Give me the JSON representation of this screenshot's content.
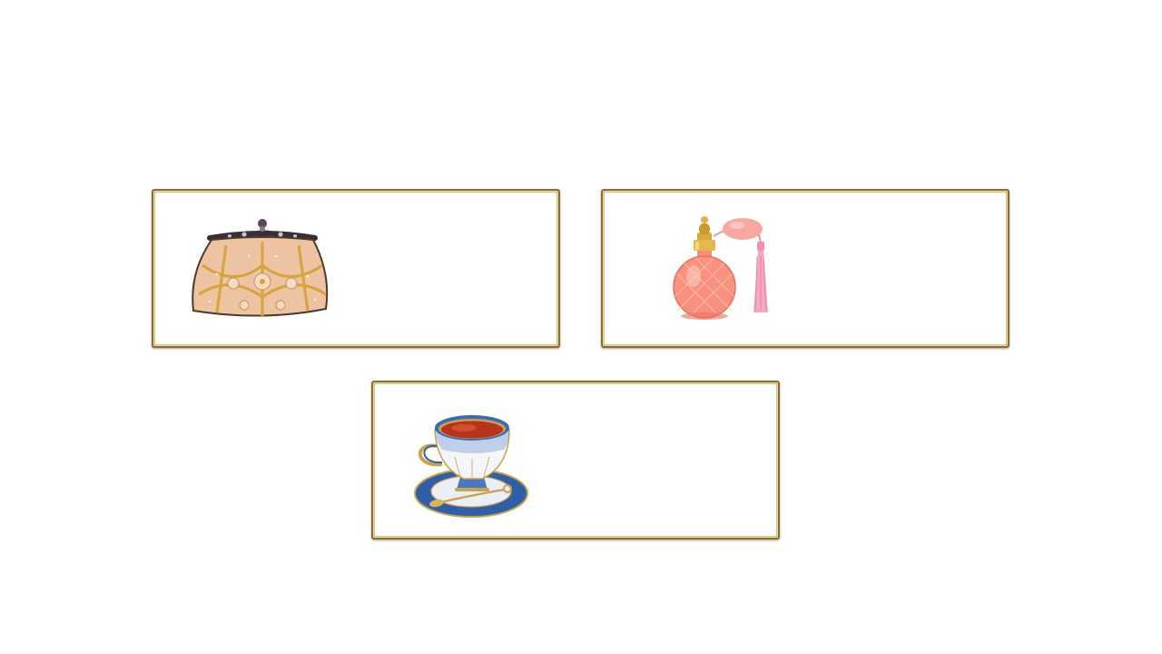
{
  "slide": {
    "cards": [
      {
        "id": "handbag",
        "image": "beaded-handbag-image"
      },
      {
        "id": "perfume",
        "image": "perfume-bottle-image"
      },
      {
        "id": "teacup",
        "image": "teacup-and-saucer-image"
      }
    ]
  },
  "colors": {
    "frame_gold": "#8a7030",
    "frame_gold_light": "#e9d9a2",
    "background": "#ffffff",
    "perfume_pink": "#f7a08c",
    "teacup_blue": "#2f5fa8",
    "handbag_peach": "#e8b48a"
  }
}
